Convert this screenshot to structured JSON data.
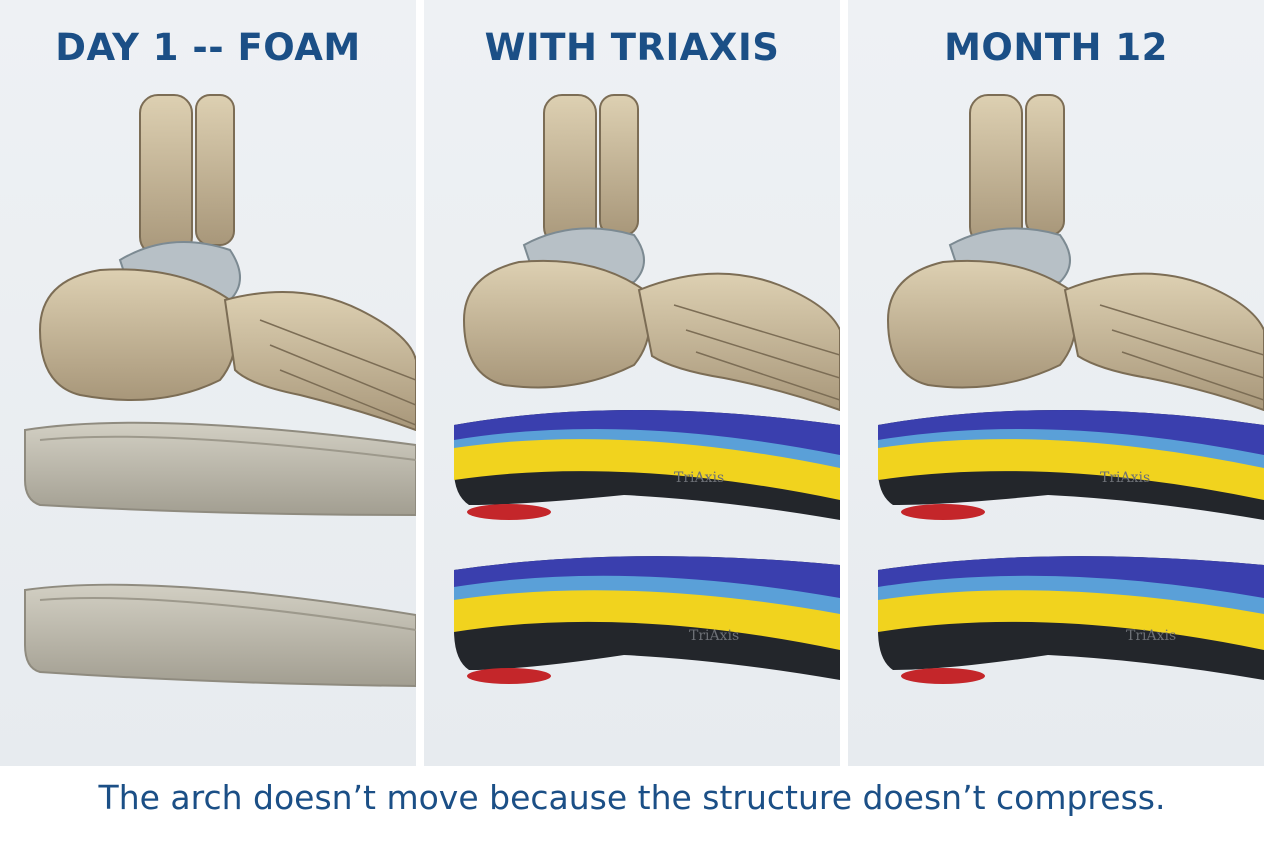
{
  "panels": [
    {
      "title": "DAY 1 -- FOAM",
      "type": "foam"
    },
    {
      "title": "WITH TRIAXIS",
      "type": "triaxis"
    },
    {
      "title": "MONTH 12",
      "type": "triaxis"
    }
  ],
  "brand_label": "TriAxis",
  "caption": "The arch doesn’t move because the structure doesn’t compress.",
  "colors": {
    "title": "#1b4f86",
    "bone": "#c9b896",
    "foam": "#b9b4a5",
    "insole_top": "#3a3fae",
    "insole_blue": "#5aa0d8",
    "insole_yellow": "#f1d31e",
    "insole_base": "#23262b",
    "heel_pad": "#c4262a"
  }
}
